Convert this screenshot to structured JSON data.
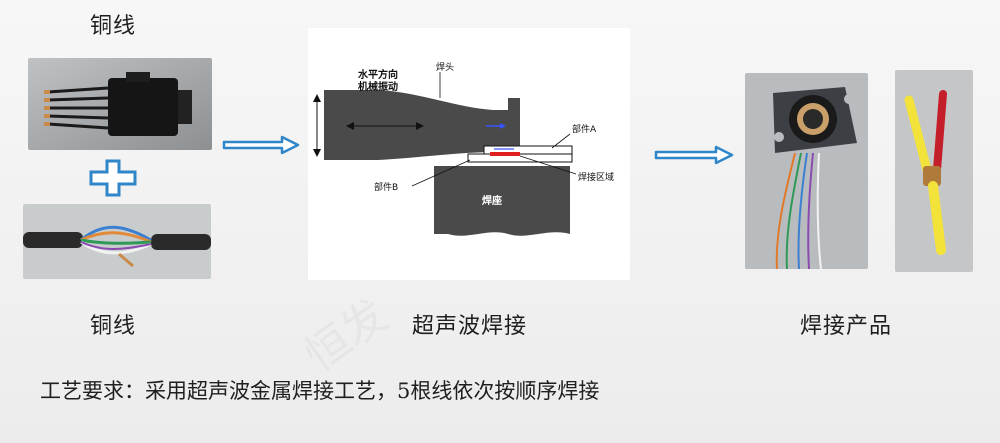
{
  "labels": {
    "copper_wire_top": "铜线",
    "copper_wire_bottom": "铜线",
    "ultrasonic_welding": "超声波焊接",
    "welded_product": "焊接产品"
  },
  "diagram": {
    "horizontal_vibration_line1": "水平方向",
    "horizontal_vibration_line2": "机械振动",
    "weld_head": "焊头",
    "part_a": "部件A",
    "part_b": "部件B",
    "weld_zone": "焊接区域",
    "weld_base": "焊座"
  },
  "requirement": "工艺要求：采用超声波金属焊接工艺，5根线依次按顺序焊接",
  "watermark": "恒发"
}
